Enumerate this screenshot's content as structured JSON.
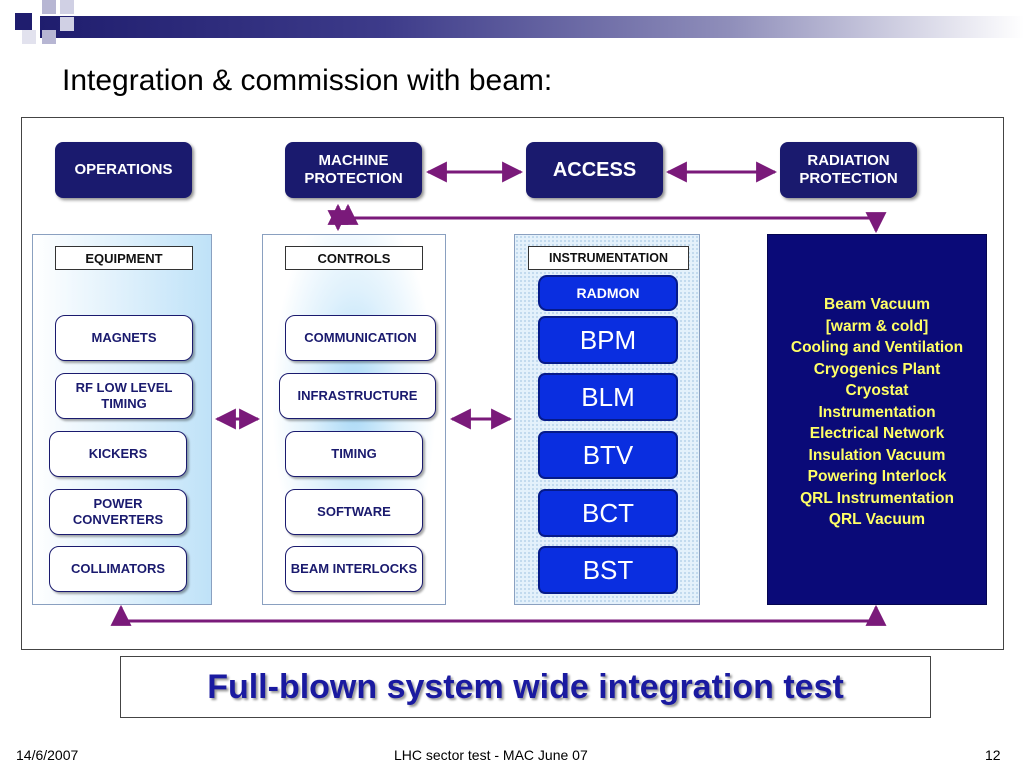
{
  "header": {
    "title": "Integration & commission with beam:"
  },
  "top_row": {
    "operations": "OPERATIONS",
    "machine_protection": "MACHINE PROTECTION",
    "access": "ACCESS",
    "radiation_protection": "RADIATION PROTECTION"
  },
  "equipment": {
    "header": "EQUIPMENT",
    "items": [
      "MAGNETS",
      "RF LOW LEVEL TIMING",
      "KICKERS",
      "POWER CONVERTERS",
      "COLLIMATORS"
    ]
  },
  "controls": {
    "header": "CONTROLS",
    "items": [
      "COMMUNICATION",
      "INFRASTRUCTURE",
      "TIMING",
      "SOFTWARE",
      "BEAM INTERLOCKS"
    ]
  },
  "instrumentation": {
    "header": "INSTRUMENTATION",
    "radmon": "RADMON",
    "items": [
      "BPM",
      "BLM",
      "BTV",
      "BCT",
      "BST"
    ]
  },
  "vacuum_panel": {
    "items": [
      "Beam Vacuum",
      "[warm & cold]",
      "Cooling and Ventilation",
      "Cryogenics Plant",
      "Cryostat",
      "Instrumentation",
      "Electrical Network",
      "Insulation Vacuum",
      "Powering Interlock",
      "QRL Instrumentation",
      "QRL Vacuum"
    ]
  },
  "banner": {
    "text": "Full-blown system wide integration test"
  },
  "footer": {
    "date": "14/6/2007",
    "center": "LHC sector test - MAC June 07",
    "page": "12"
  },
  "colors": {
    "navy": "#1a1a6e",
    "arrow": "#7a1a7a",
    "bright_blue": "#0a2ee0",
    "vacuum_text": "#ffff66"
  }
}
